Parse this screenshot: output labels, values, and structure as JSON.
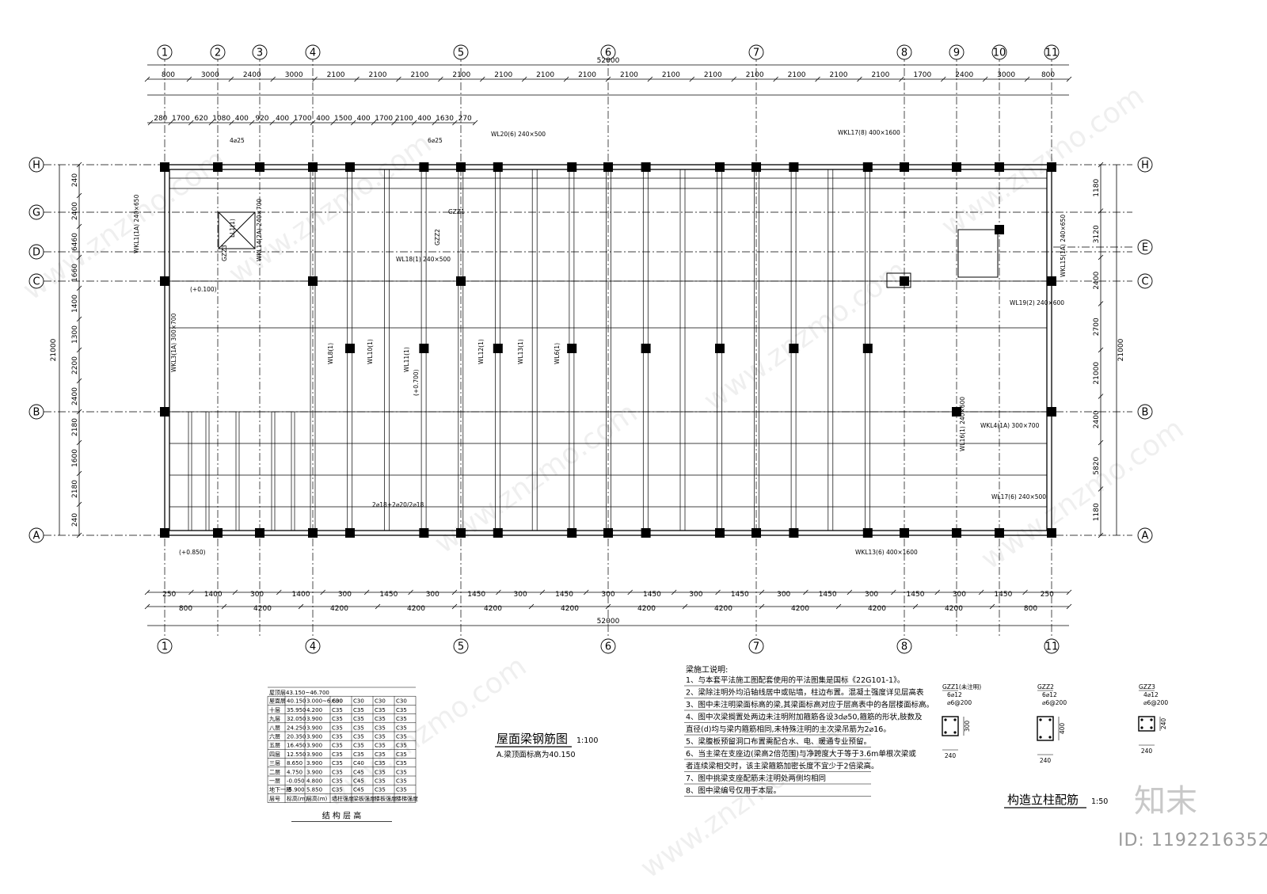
{
  "drawing": {
    "title": "屋面梁钢筋图",
    "scale": "1:100",
    "subnote": "A.梁顶面标高为40.150",
    "total_dimension": "52000",
    "height_dimension": "21000",
    "brand_watermark": "知末",
    "id_label": "ID: 1192216352",
    "watermark_text": "www.znzmo.com"
  },
  "axes": {
    "top_columns": [
      "1",
      "2",
      "3",
      "4",
      "5",
      "6",
      "7",
      "8",
      "9",
      "10",
      "11"
    ],
    "bottom_columns": [
      "1",
      "4",
      "5",
      "6",
      "7",
      "8",
      "11"
    ],
    "rows": [
      "H",
      "G",
      "D",
      "C",
      "B",
      "A"
    ],
    "right_rows": [
      "H",
      "E",
      "C",
      "B",
      "A"
    ]
  },
  "dimensions": {
    "top_row1": [
      "800",
      "3000",
      "2400",
      "3000",
      "2100",
      "2100",
      "2100",
      "2100",
      "2100",
      "2100",
      "2100",
      "2100",
      "2100",
      "2100",
      "2100",
      "2100",
      "2100",
      "2100",
      "1700",
      "2400",
      "3000",
      "800"
    ],
    "top_row2": [
      "280",
      "1700",
      "620",
      "1080",
      "400",
      "920",
      "400",
      "1700",
      "400",
      "1500",
      "400",
      "1700",
      "2100",
      "400",
      "1630",
      "270"
    ],
    "bottom_row1": [
      "250",
      "1400",
      "300",
      "1400",
      "300",
      "1450",
      "300",
      "1450",
      "300",
      "1450",
      "300",
      "1450",
      "300",
      "1450",
      "300",
      "1450",
      "300",
      "1450",
      "300",
      "1450",
      "250"
    ],
    "bottom_row2": [
      "800",
      "4200",
      "4200",
      "4200",
      "4200",
      "4200",
      "4200",
      "4200",
      "4200",
      "4200",
      "4200",
      "800"
    ],
    "left_col": [
      "240",
      "2400",
      "6460",
      "1660",
      "1400",
      "1300",
      "2200",
      "2400",
      "2180",
      "1600",
      "2180",
      "240"
    ],
    "right_col": [
      "1180",
      "3120",
      "2400",
      "2700",
      "21000",
      "2400",
      "5820",
      "1180"
    ]
  },
  "beam_labels": [
    "WL20(6) 240×500",
    "WKL17(8) 400×1600",
    "WL8(1)",
    "WL10(1)",
    "WL11(1)",
    "WL12(1)",
    "WL13(1)",
    "WL6(1)",
    "WKL1(1A) 240×650",
    "WKL3(1A) 300×700",
    "WL18(1) 240×500",
    "WL19(2) 240×600",
    "WL16(1) 240×600",
    "WKL15(1A) 240×650",
    "WKL14(2A) 240×700",
    "WKL13(6) 400×1600",
    "WL17(6) 240×500",
    "WKL4(1A) 300×700",
    "GZZ2",
    "GZZ3",
    "GZZ1",
    "LL1(1)",
    "(+0.700)",
    "(+0.100)",
    "(+0.850)",
    "2⌀18+2⌀20/2⌀18",
    "4⌀25",
    "6⌀25"
  ],
  "notes": {
    "title": "梁施工说明:",
    "items": [
      "1、与本套平法施工图配套使用的平法图集是国标《22G101-1》。",
      "2、梁除注明外均沿轴线居中或贴墙，柱边布置。混凝土强度详见层高表",
      "3、图中未注明梁面标高的梁,其梁面标高对应于层高表中的各层楼面标高。",
      "4、图中次梁搁置处两边未注明附加箍筋各设3d⌀50,箍筋的形状,肢数及",
      "直径(d)均与梁内箍筋相同,未特殊注明的主次梁吊筋为2⌀16。",
      "5、梁腹板预留洞口布置需配合水、电、暖通专业预留。",
      "6、当主梁在支座边(梁高2倍范围)与净跨度大于等于3.6m单根次梁或",
      "者连续梁相交时，该主梁箍筋加密长度不宜少于2倍梁高。",
      "7、图中挑梁支座配筋未注明处两侧均相同",
      "8、图中梁编号仅用于本层。"
    ]
  },
  "columns_detail": {
    "title": "构造立柱配筋",
    "scale": "1:50",
    "items": [
      {
        "name": "GZZ1(未注明)",
        "bars": "6⌀12",
        "stirrups": "⌀6@200",
        "dim_w": "240",
        "dim_h": "300"
      },
      {
        "name": "GZZ2",
        "bars": "6⌀12",
        "stirrups": "⌀6@200",
        "dim_w": "240",
        "dim_h": "400"
      },
      {
        "name": "GZZ3",
        "bars": "4⌀12",
        "stirrups": "⌀6@200",
        "dim_w": "240",
        "dim_h": "240"
      }
    ]
  },
  "floor_table": {
    "caption": "结 构 层 高",
    "top_row": "屋顶层43.150~46.700",
    "headers": [
      "层号",
      "标高(m)",
      "层高(m)",
      "墙柱强度",
      "梁板强度",
      "楼板强度",
      "楼梯强度"
    ],
    "rows": [
      [
        "屋面层",
        "40.150",
        "3.000~6.600",
        "C30",
        "C30",
        "C30",
        "C30"
      ],
      [
        "十层",
        "35.950",
        "4.200",
        "C35",
        "C35",
        "C35",
        "C35"
      ],
      [
        "九层",
        "32.050",
        "3.900",
        "C35",
        "C35",
        "C35",
        "C35"
      ],
      [
        "八层",
        "24.250",
        "3.900",
        "C35",
        "C35",
        "C35",
        "C35"
      ],
      [
        "六层",
        "20.350",
        "3.900",
        "C35",
        "C35",
        "C35",
        "C35"
      ],
      [
        "五层",
        "16.450",
        "3.900",
        "C35",
        "C35",
        "C35",
        "C35"
      ],
      [
        "四层",
        "12.550",
        "3.900",
        "C35",
        "C35",
        "C35",
        "C35"
      ],
      [
        "三层",
        "8.650",
        "3.900",
        "C35",
        "C40",
        "C35",
        "C35"
      ],
      [
        "二层",
        "4.750",
        "3.900",
        "C35",
        "C45",
        "C35",
        "C35"
      ],
      [
        "一层",
        "-0.050",
        "4.800",
        "C35",
        "C45",
        "C35",
        "C35"
      ],
      [
        "地下一层",
        "-5.900",
        "5.850",
        "C35",
        "C45",
        "C35",
        "C35"
      ]
    ]
  }
}
